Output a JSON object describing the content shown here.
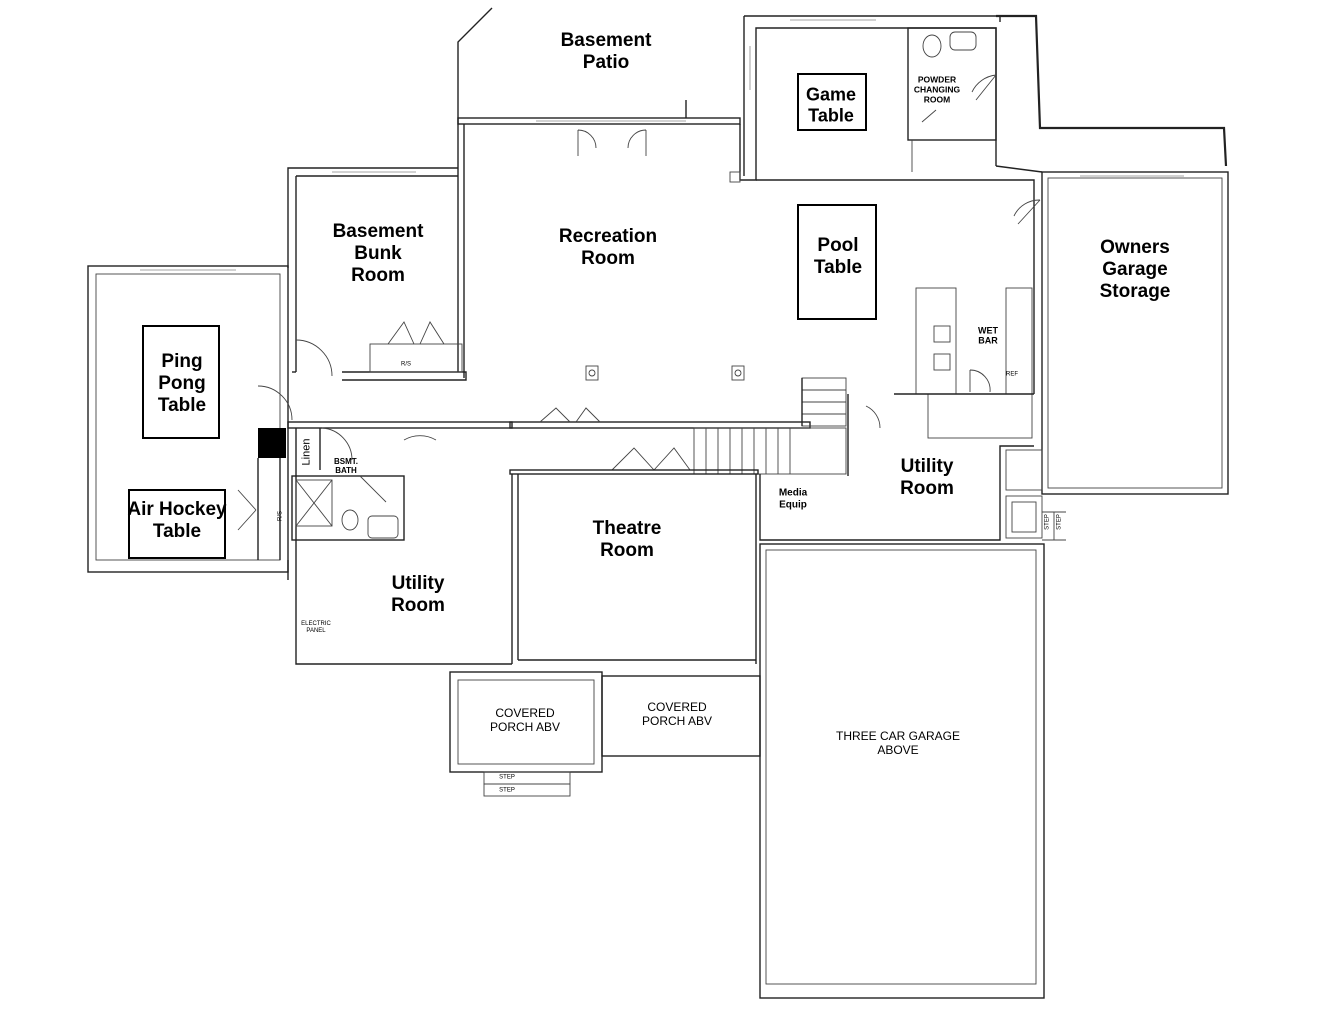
{
  "rooms": {
    "basement_patio": "Basement\nPatio",
    "game_table": "Game\nTable",
    "powder_changing_room": "POWDER\nCHANGING\nROOM",
    "basement_bunk_room": "Basement\nBunk\nRoom",
    "recreation_room": "Recreation\nRoom",
    "pool_table": "Pool\nTable",
    "owners_garage_storage": "Owners\nGarage\nStorage",
    "wet_bar": "WET\nBAR",
    "ping_pong_table": "Ping\nPong\nTable",
    "air_hockey_table": "Air Hockey\nTable",
    "linen": "Linen",
    "bsmt_bath": "BSMT.\nBATH",
    "theatre_room": "Theatre\nRoom",
    "media_equip": "Media\nEquip",
    "utility_room_right": "Utility\nRoom",
    "utility_room_left": "Utility\nRoom",
    "electric_panel": "ELECTRIC\nPANEL",
    "covered_porch_left": "COVERED\nPORCH ABV",
    "covered_porch_right": "COVERED\nPORCH ABV",
    "three_car_garage": "THREE CAR GARAGE\nABOVE",
    "step_bottom_1": "STEP",
    "step_bottom_2": "STEP",
    "step_right_1": "STEP",
    "step_right_2": "STEP",
    "rs_bunk": "R/S",
    "rs_left": "R/S",
    "ref": "REF"
  }
}
